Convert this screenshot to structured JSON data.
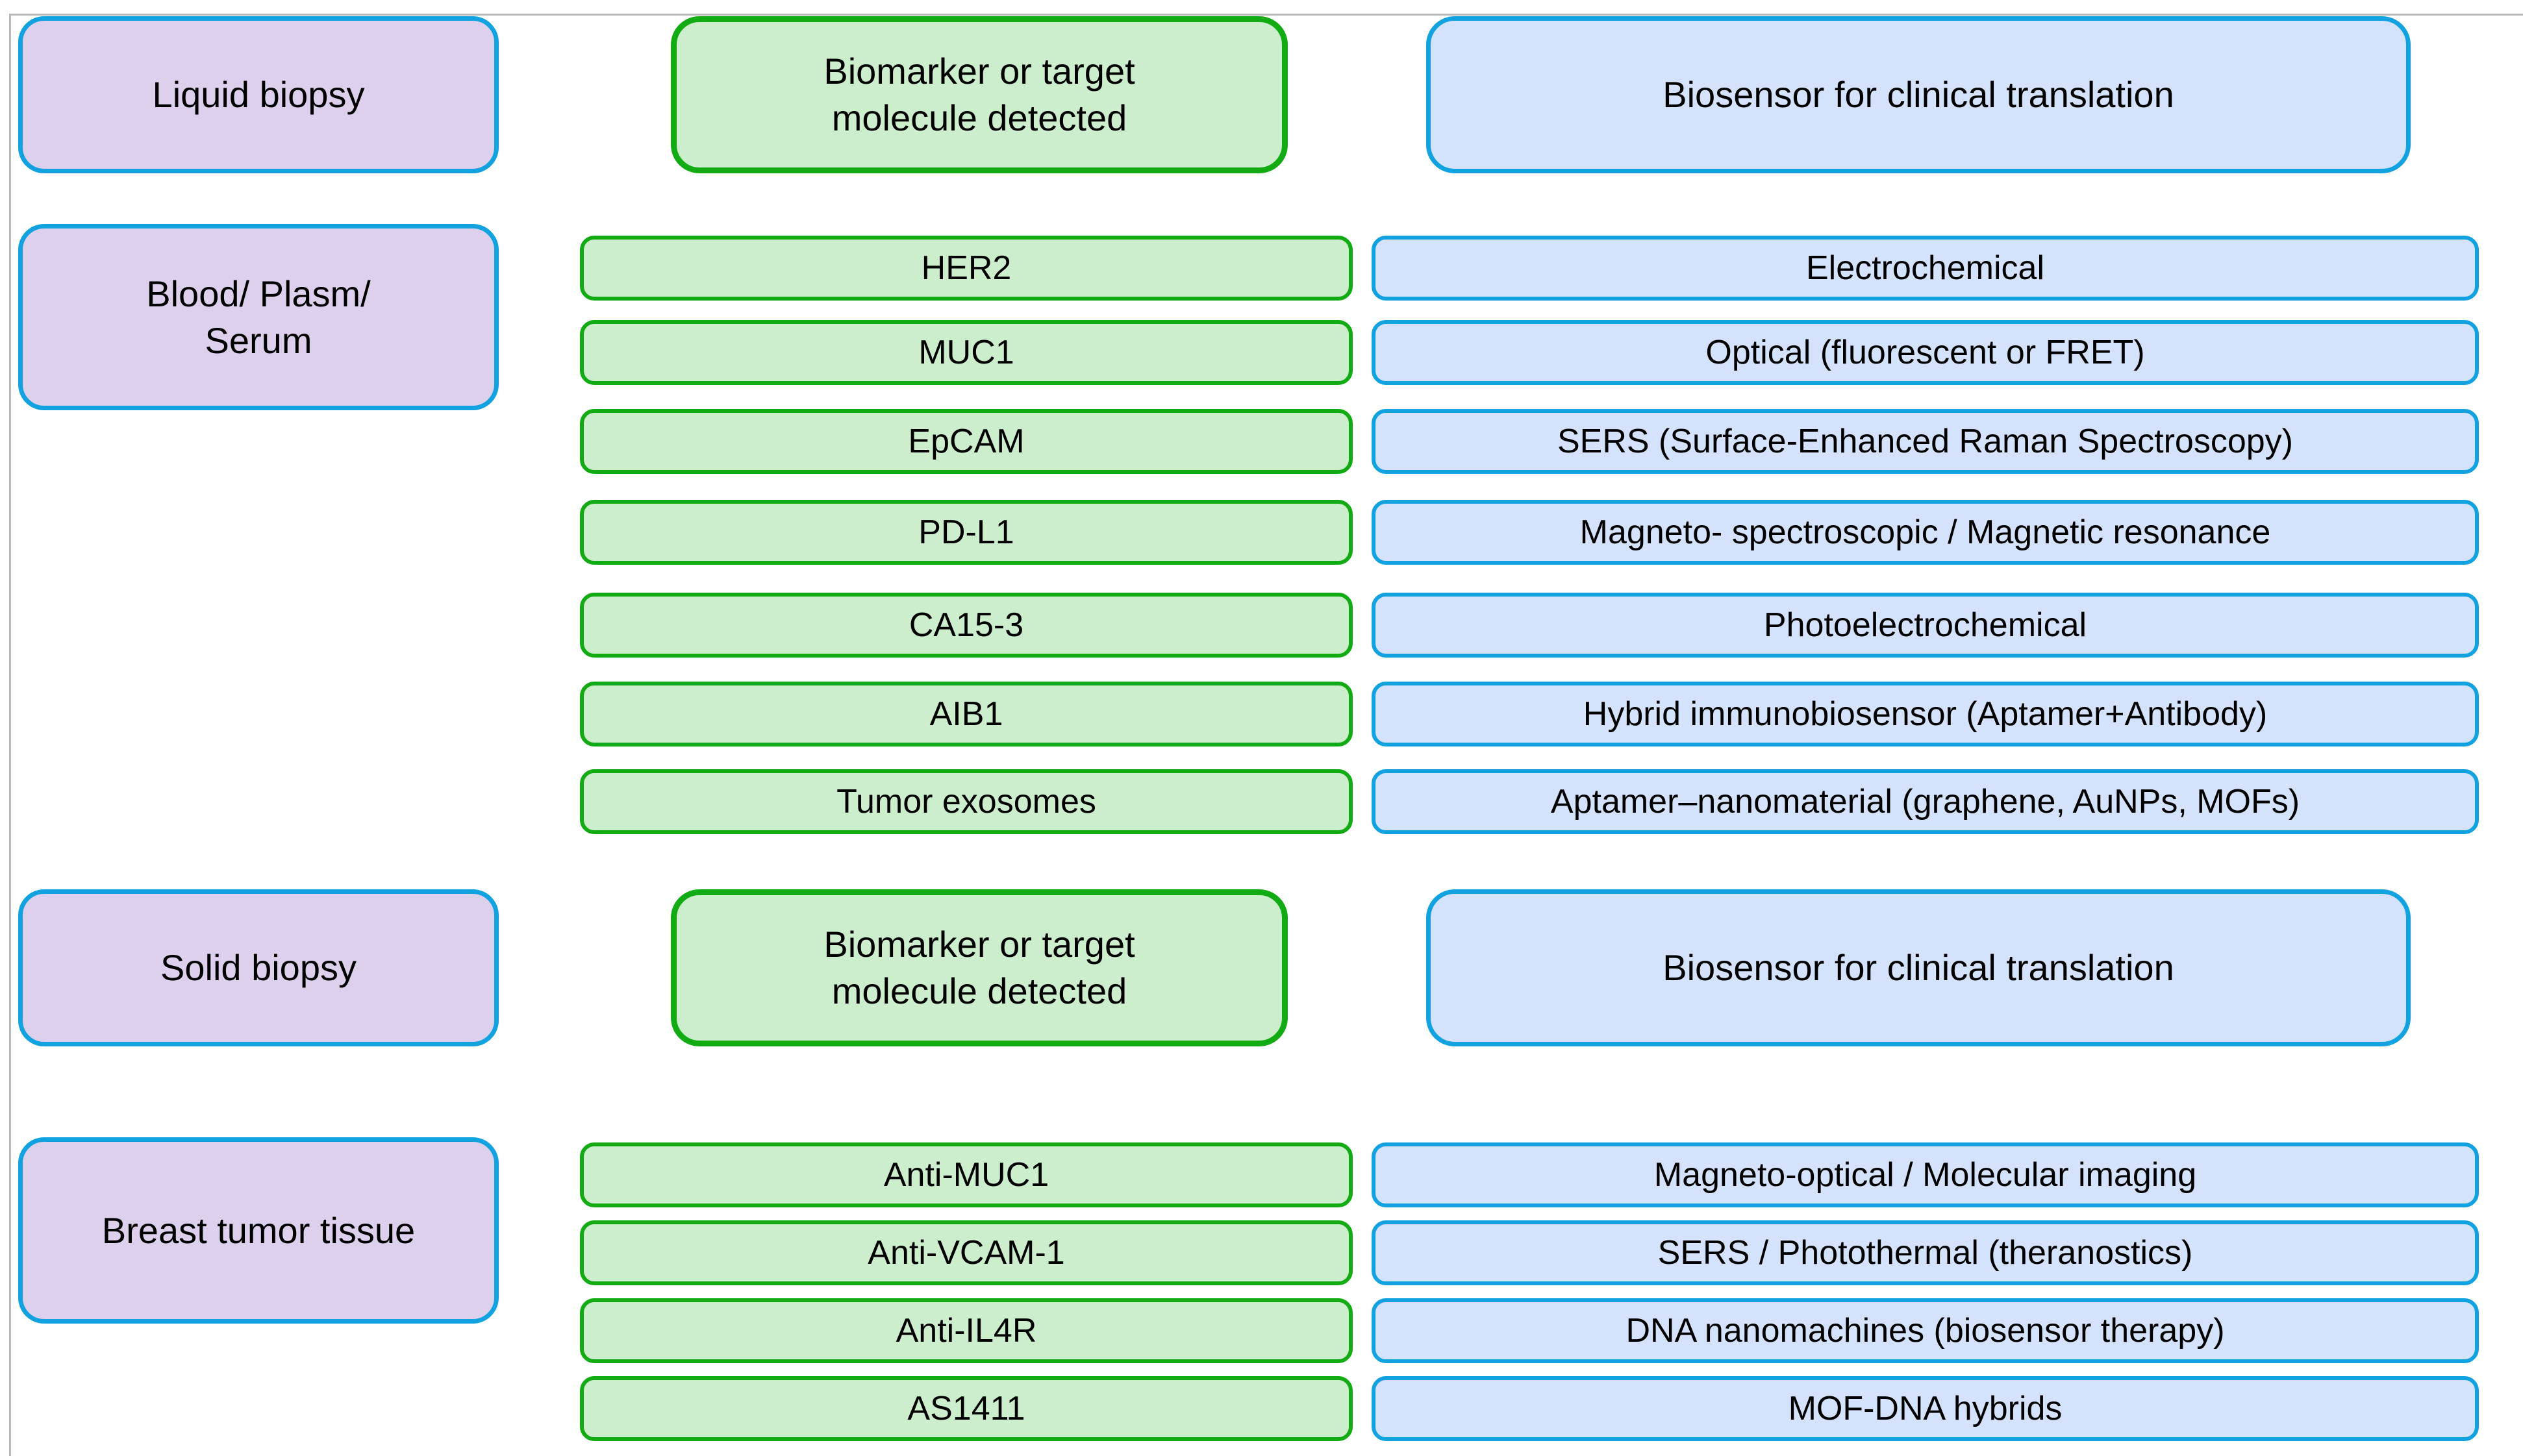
{
  "colors": {
    "purple_fill": "#DCD0EC",
    "green_fill": "#CDEECD",
    "blue_fill": "#D4E3FB",
    "blue_border": "#13A2E0",
    "green_border": "#13AB13",
    "page_rule": "#B9B9B9",
    "text": "#000000"
  },
  "sections": [
    {
      "id": "liquid-biopsy",
      "headers": {
        "sample": "Liquid biopsy",
        "biomarker": "Biomarker or target\nmolecule detected",
        "biosensor": "Biosensor for clinical translation"
      },
      "sample_label": "Blood/ Plasm/\nSerum",
      "rows": [
        {
          "biomarker": "HER2",
          "biosensor": "Electrochemical"
        },
        {
          "biomarker": "MUC1",
          "biosensor": "Optical (fluorescent or FRET)"
        },
        {
          "biomarker": "EpCAM",
          "biosensor": "SERS (Surface-Enhanced Raman Spectroscopy)"
        },
        {
          "biomarker": "PD-L1",
          "biosensor": "Magneto- spectroscopic / Magnetic resonance"
        },
        {
          "biomarker": "CA15-3",
          "biosensor": "Photoelectrochemical"
        },
        {
          "biomarker": "AIB1",
          "biosensor": "Hybrid immunobiosensor (Aptamer+Antibody)"
        },
        {
          "biomarker": "Tumor exosomes",
          "biosensor": "Aptamer–nanomaterial (graphene, AuNPs, MOFs)"
        }
      ]
    },
    {
      "id": "solid-biopsy",
      "headers": {
        "sample": "Solid biopsy",
        "biomarker": "Biomarker or target\nmolecule detected",
        "biosensor": "Biosensor for clinical translation"
      },
      "sample_label": "Breast tumor tissue",
      "rows": [
        {
          "biomarker": "Anti-MUC1",
          "biosensor": "Magneto-optical / Molecular imaging"
        },
        {
          "biomarker": "Anti-VCAM-1",
          "biosensor": "SERS / Photothermal (theranostics)"
        },
        {
          "biomarker": "Anti-IL4R",
          "biosensor": "DNA nanomachines (biosensor therapy)"
        },
        {
          "biomarker": "AS1411",
          "biosensor": "MOF-DNA hybrids"
        }
      ]
    }
  ]
}
